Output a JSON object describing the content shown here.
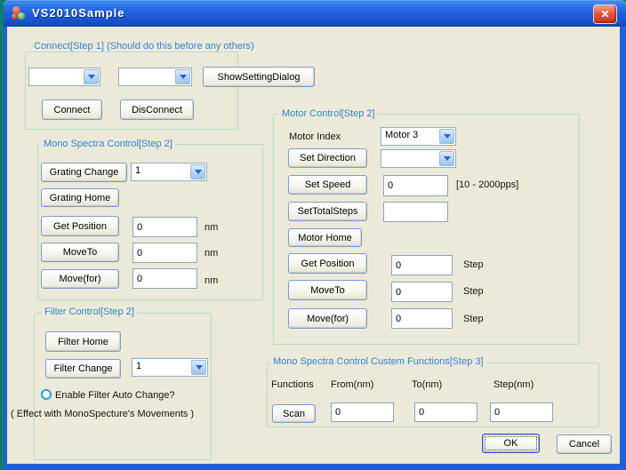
{
  "window": {
    "title": "VS2010Sample",
    "close_glyph": "✕"
  },
  "connect_group": {
    "label": "Connect[Step 1] (Should do this before any others)",
    "combo1_value": "",
    "combo2_value": "",
    "show_setting_button": "ShowSettingDialog",
    "connect_button": "Connect",
    "disconnect_button": "DisConnect"
  },
  "mono_group": {
    "label": "Mono Spectra Control[Step 2]",
    "grating_change_button": "Grating Change",
    "grating_combo_value": "1",
    "grating_home_button": "Grating Home",
    "get_position_button": "Get Position",
    "get_position_value": "0",
    "get_position_unit": "nm",
    "moveto_button": "MoveTo",
    "moveto_value": "0",
    "moveto_unit": "nm",
    "movefor_button": "Move(for)",
    "movefor_value": "0",
    "movefor_unit": "nm"
  },
  "filter_group": {
    "label": "Filter Control[Step 2]",
    "filter_home_button": "Filter Home",
    "filter_change_button": "Filter Change",
    "filter_combo_value": "1",
    "radio_label": "Enable Filter Auto Change?",
    "note": "( Effect with MonoSpecture's Movements )"
  },
  "motor_group": {
    "label": "Motor Control[Step 2]",
    "motor_index_label": "Motor Index",
    "motor_index_value": "Motor 3",
    "set_direction_button": "Set Direction",
    "direction_value": "",
    "set_speed_button": "Set Speed",
    "speed_value": "0",
    "speed_hint": "[10 - 2000pps]",
    "set_total_steps_button": "SetTotalSteps",
    "total_steps_value": "",
    "motor_home_button": "Motor Home",
    "get_position_button": "Get Position",
    "get_position_value": "0",
    "get_position_unit": "Step",
    "moveto_button": "MoveTo",
    "moveto_value": "0",
    "moveto_unit": "Step",
    "movefor_button": "Move(for)",
    "movefor_value": "0",
    "movefor_unit": "Step"
  },
  "custom_group": {
    "label": "Mono Spectra Control Custem Functions[Step 3]",
    "functions_header": "Functions",
    "from_header": "From(nm)",
    "to_header": "To(nm)",
    "step_header": "Step(nm)",
    "scan_button": "Scan",
    "from_value": "0",
    "to_value": "0",
    "step_value": "0"
  },
  "footer": {
    "ok_button": "OK",
    "cancel_button": "Cancel"
  },
  "colors": {
    "titlebar_blue": "#1f5ddb",
    "client_bg": "#ece9d8",
    "group_label_blue": "#2f86d8",
    "close_red": "#e8573f",
    "desktop_teal": "#0f7f6b",
    "groupbox_border": "#b7dcc9"
  }
}
